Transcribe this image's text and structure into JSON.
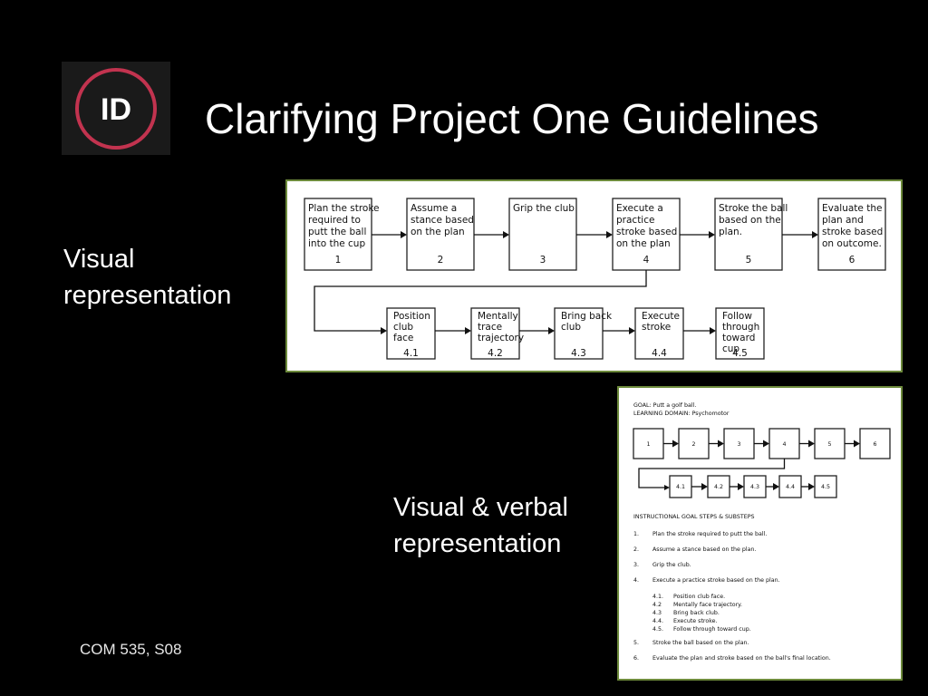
{
  "title": "Clarifying Project One Guidelines",
  "logo": {
    "text": "ID",
    "ring_color": "#c2334f"
  },
  "captions": {
    "visual": "Visual\nrepresentation",
    "visual_verbal": "Visual & verbal\nrepresentation"
  },
  "footer": "COM 535, S08",
  "accent_color": "#6d8a3b",
  "diagram1": {
    "main_steps": [
      {
        "lines": [
          "Plan the stroke",
          "required to",
          "putt the ball",
          "into the cup"
        ],
        "number": "1"
      },
      {
        "lines": [
          "Assume a",
          "stance based",
          "on the plan"
        ],
        "number": "2"
      },
      {
        "lines": [
          "Grip the club"
        ],
        "number": "3"
      },
      {
        "lines": [
          "Execute a",
          "practice",
          "stroke based",
          "on the plan"
        ],
        "number": "4"
      },
      {
        "lines": [
          "Stroke the ball",
          "based on the",
          "plan."
        ],
        "number": "5"
      },
      {
        "lines": [
          "Evaluate the",
          "plan and",
          "stroke based",
          "on outcome."
        ],
        "number": "6"
      }
    ],
    "substeps": [
      {
        "lines": [
          "Position",
          "club",
          "face"
        ],
        "number": "4.1"
      },
      {
        "lines": [
          "Mentally",
          "trace",
          "trajectory"
        ],
        "number": "4.2"
      },
      {
        "lines": [
          "Bring back",
          "club"
        ],
        "number": "4.3"
      },
      {
        "lines": [
          "Execute",
          "stroke"
        ],
        "number": "4.4"
      },
      {
        "lines": [
          "Follow",
          "through",
          "toward",
          "cup"
        ],
        "number": "4.5"
      }
    ]
  },
  "diagram2": {
    "goal": "GOAL: Putt a golf ball.",
    "domain": "LEARNING DOMAIN: Psychomotor",
    "main_numbers": [
      "1",
      "2",
      "3",
      "4",
      "5",
      "6"
    ],
    "sub_numbers": [
      "4.1",
      "4.2",
      "4.3",
      "4.4",
      "4.5"
    ],
    "list_heading": "INSTRUCTIONAL GOAL STEPS & SUBSTEPS",
    "steps_before": [
      {
        "num": "1.",
        "text": "Plan the stroke required to putt the ball."
      },
      {
        "num": "2.",
        "text": "Assume a stance based on the plan."
      },
      {
        "num": "3.",
        "text": "Grip the club."
      },
      {
        "num": "4.",
        "text": "Execute a practice stroke based on the plan."
      }
    ],
    "substeps": [
      {
        "num": "4.1.",
        "text": "Position club face."
      },
      {
        "num": "4.2",
        "text": "Mentally face trajectory."
      },
      {
        "num": "4.3",
        "text": "Bring back club."
      },
      {
        "num": "4.4.",
        "text": "Execute stroke."
      },
      {
        "num": "4.5.",
        "text": "Follow through toward cup."
      }
    ],
    "steps_after": [
      {
        "num": "5.",
        "text": "Stroke the ball based on the plan."
      },
      {
        "num": "6.",
        "text": "Evaluate the plan and stroke based on the ball's final location."
      }
    ]
  }
}
